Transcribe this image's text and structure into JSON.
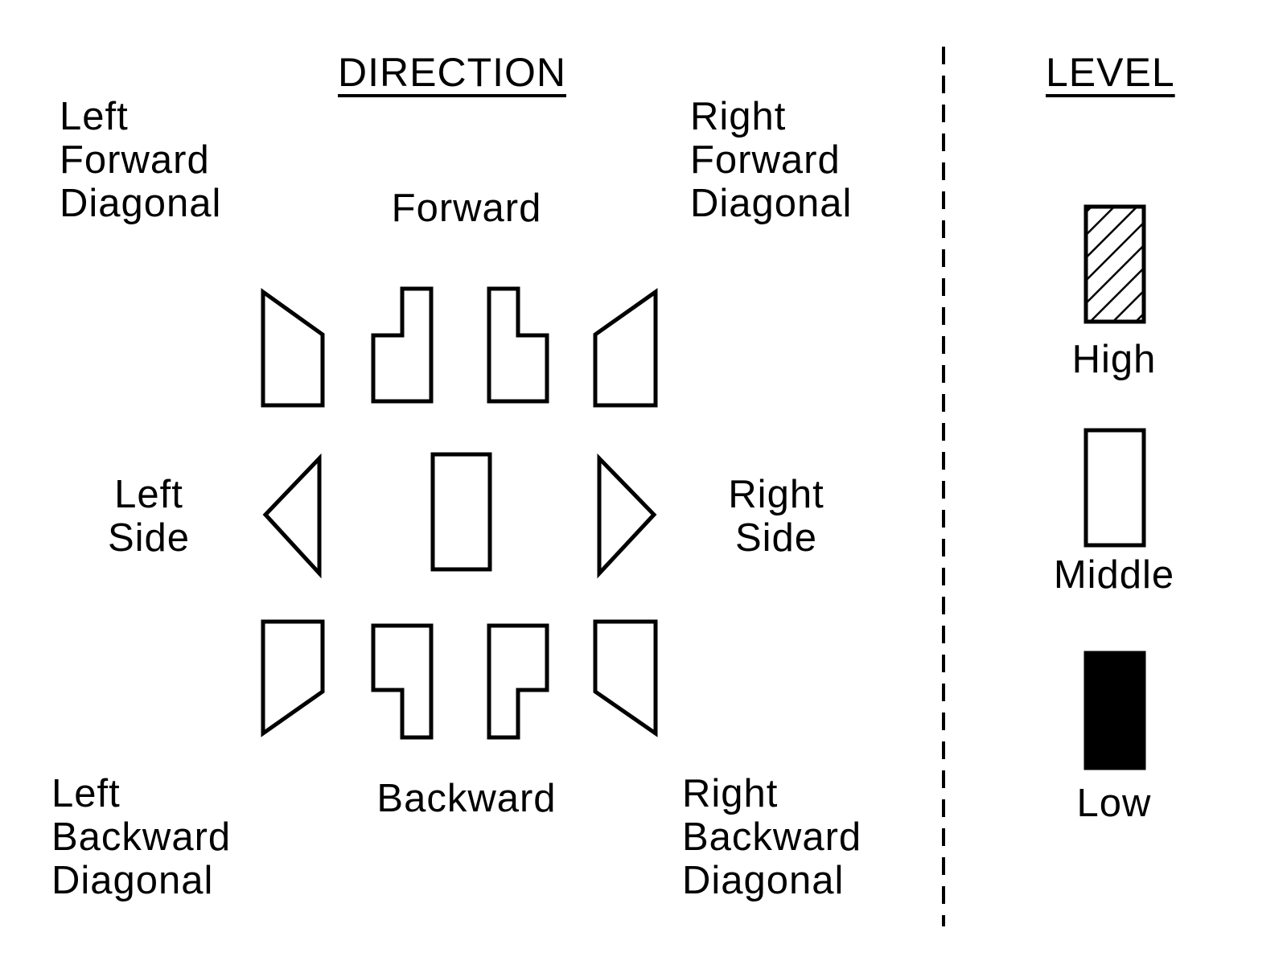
{
  "direction": {
    "heading": "DIRECTION",
    "left_forward_diagonal": "Left\nForward\nDiagonal",
    "forward": "Forward",
    "right_forward_diagonal": "Right\nForward\nDiagonal",
    "left_side": "Left\nSide",
    "right_side": "Right\nSide",
    "left_backward_diagonal": "Left\nBackward\nDiagonal",
    "backward": "Backward",
    "right_backward_diagonal": "Right\nBackward\nDiagonal"
  },
  "level": {
    "heading": "LEVEL",
    "high": "High",
    "middle": "Middle",
    "low": "Low"
  }
}
